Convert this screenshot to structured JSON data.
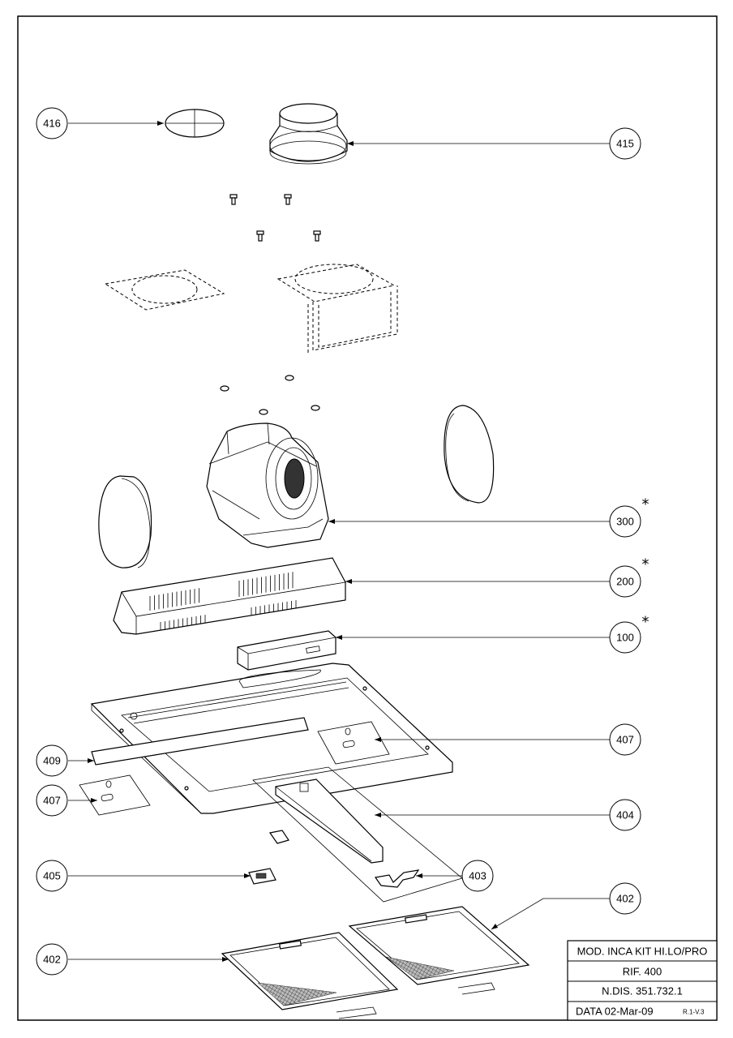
{
  "callouts": {
    "c416": "416",
    "c415": "415",
    "c300": "300",
    "c200": "200",
    "c100": "100",
    "c407a": "407",
    "c409": "409",
    "c407b": "407",
    "c404": "404",
    "c405": "405",
    "c403": "403",
    "c402a": "402",
    "c402b": "402"
  },
  "marks": {
    "star_300": "*",
    "star_200": "*",
    "star_100": "*"
  },
  "title_block": {
    "model": "MOD. INCA KIT HI.LO/PRO",
    "ref": "RIF.  400",
    "drawing_no": "N.DIS.  351.732.1",
    "date": "DATA  02-Mar-09",
    "revision": "R.1-V.3"
  }
}
